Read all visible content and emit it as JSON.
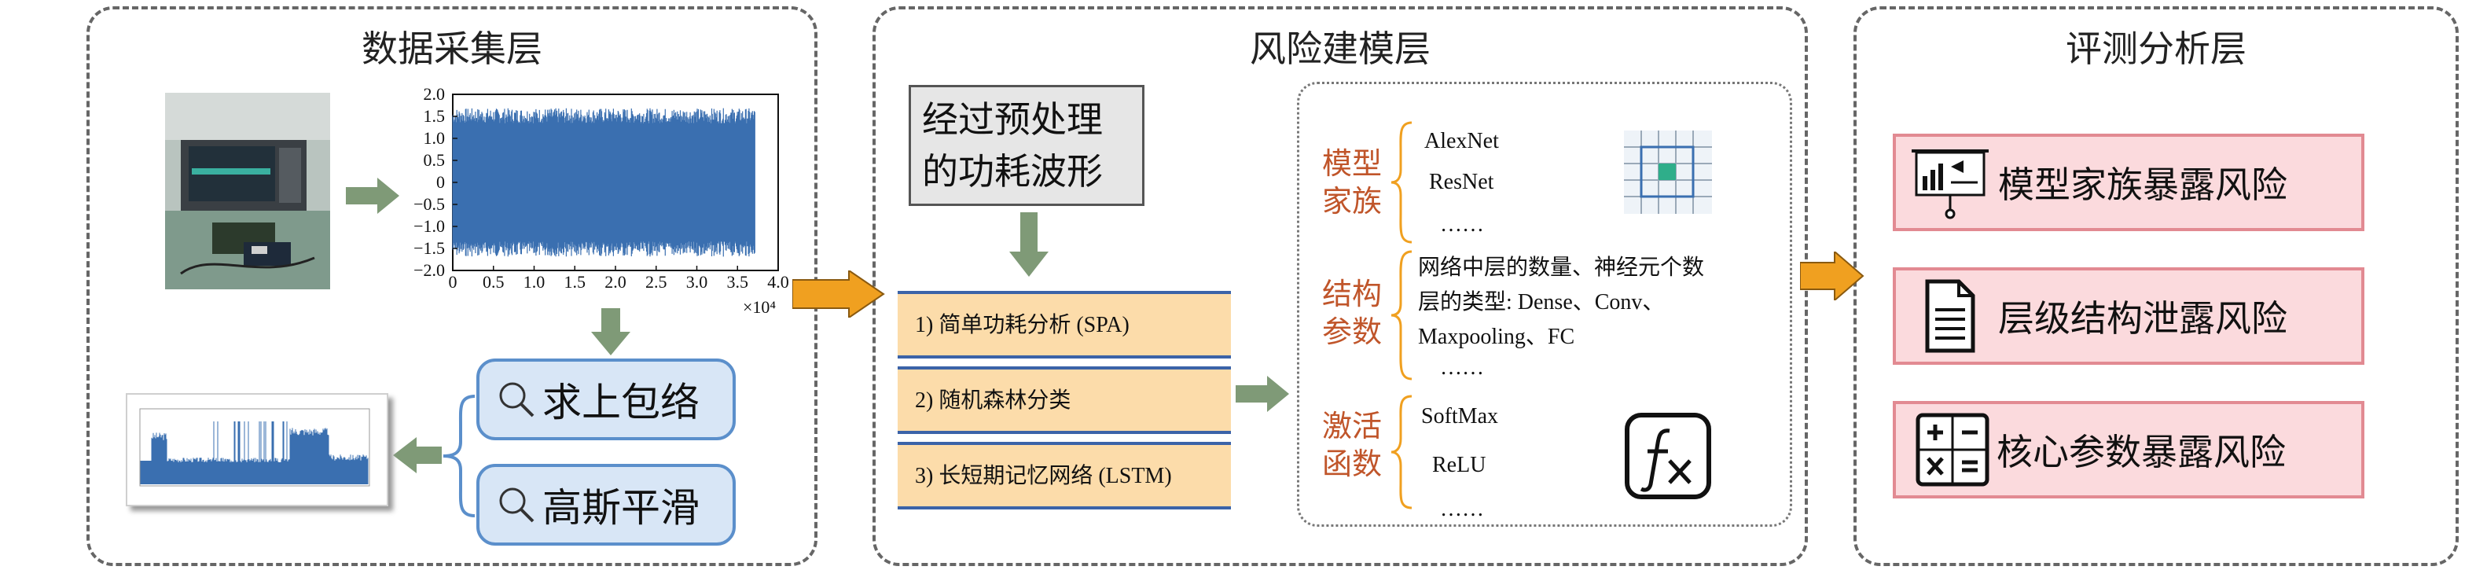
{
  "panels": {
    "left_title": "数据采集层",
    "middle_title": "风险建模层",
    "right_title": "评测分析层"
  },
  "waveform": {
    "y_ticks": [
      "2.0",
      "1.5",
      "1.0",
      "0.5",
      "0",
      "−0.5",
      "−1.0",
      "−1.5",
      "−2.0"
    ],
    "x_ticks": [
      "0",
      "0.5",
      "1.0",
      "1.5",
      "2.0",
      "2.5",
      "3.0",
      "3.5",
      "4.0"
    ],
    "x_multiplier": "×10⁴",
    "color": "#3a6fb0"
  },
  "processing": {
    "upper_envelope": "求上包络",
    "gaussian_smooth": "高斯平滑"
  },
  "modeling": {
    "preprocessed_line1": "经过预处理",
    "preprocessed_line2": "的功耗波形",
    "algorithms": [
      "1) 简单功耗分析 (SPA)",
      "2) 随机森林分类",
      "3) 长短期记忆网络 (LSTM)"
    ]
  },
  "targets": {
    "family_label_1": "模型",
    "family_label_2": "家族",
    "families": [
      "AlexNet",
      "ResNet",
      "……"
    ],
    "structure_label_1": "结构",
    "structure_label_2": "参数",
    "structure_lines": [
      "网络中层的数量、神经元个数",
      "层的类型: Dense、Conv、",
      "Maxpooling、FC",
      "……"
    ],
    "activation_label_1": "激活",
    "activation_label_2": "函数",
    "activations": [
      "SoftMax",
      "ReLU",
      "……"
    ]
  },
  "risks": [
    "模型家族暴露风险",
    "层级结构泄露风险",
    "核心参数暴露风险"
  ],
  "colors": {
    "arrow_green": "#7f9a77",
    "arrow_orange": "#f0a020",
    "accent_blue": "#3a6fb0"
  }
}
